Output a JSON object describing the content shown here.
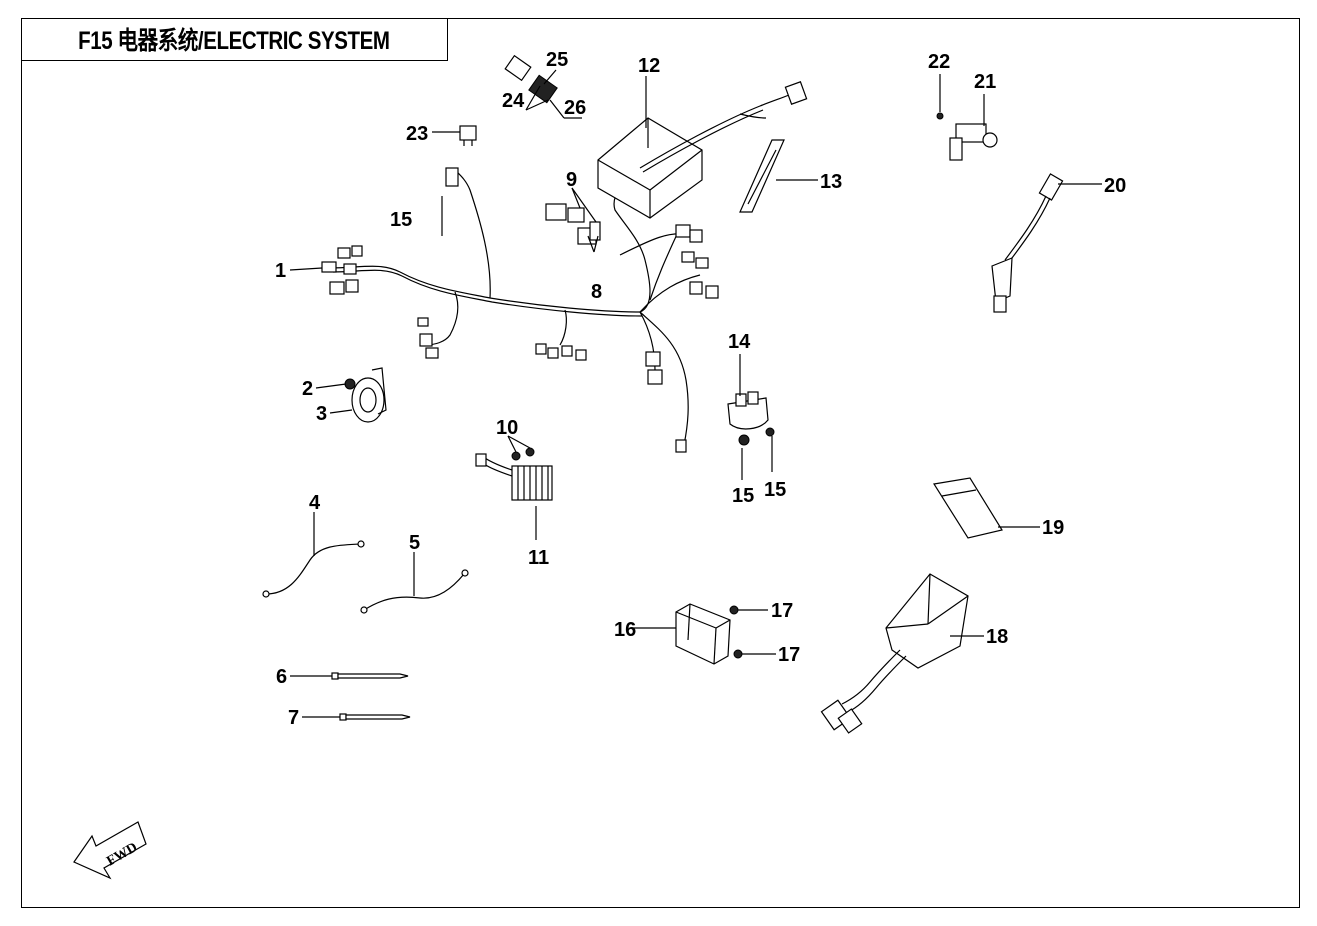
{
  "title": "F15 电器系统/ELECTRIC SYSTEM",
  "fwd_label": "FWD",
  "callouts": {
    "c1": "1",
    "c2": "2",
    "c3": "3",
    "c4": "4",
    "c5": "5",
    "c6": "6",
    "c7": "7",
    "c8": "8",
    "c9": "9",
    "c10": "10",
    "c11": "11",
    "c12": "12",
    "c13": "13",
    "c14": "14",
    "c15a": "15",
    "c15b": "15",
    "c15c": "15",
    "c16": "16",
    "c17a": "17",
    "c17b": "17",
    "c18": "18",
    "c19": "19",
    "c20": "20",
    "c21": "21",
    "c22": "22",
    "c23": "23",
    "c24": "24",
    "c25": "25",
    "c26": "26"
  }
}
